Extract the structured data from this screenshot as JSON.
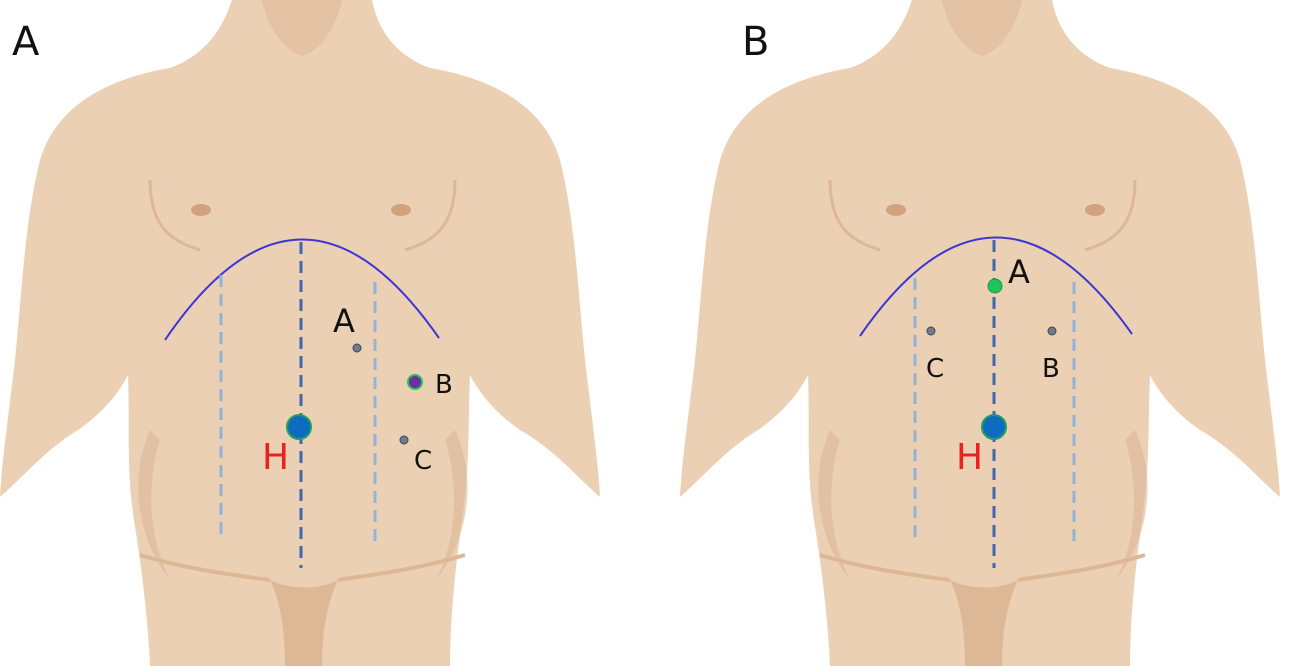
{
  "panels": {
    "a": {
      "label": "A",
      "points": {
        "a": "A",
        "b": "B",
        "c": "C",
        "h": "H"
      }
    },
    "b": {
      "label": "B",
      "points": {
        "a": "A",
        "b": "B",
        "c": "C",
        "h": "H"
      }
    }
  },
  "colors": {
    "skin": "#ecd0b4",
    "skin_shadow": "#dcb896",
    "costal_arch": "#3d35d6",
    "midline": "#3f67ad",
    "lateral_line": "#92b3d8",
    "hub_port": "#0d6cc0",
    "port_b_panel_a": "#6b2fa0",
    "port_a_panel_b": "#22c35a",
    "small_port": "#6f7c8a",
    "hub_label": "#e8231f"
  }
}
